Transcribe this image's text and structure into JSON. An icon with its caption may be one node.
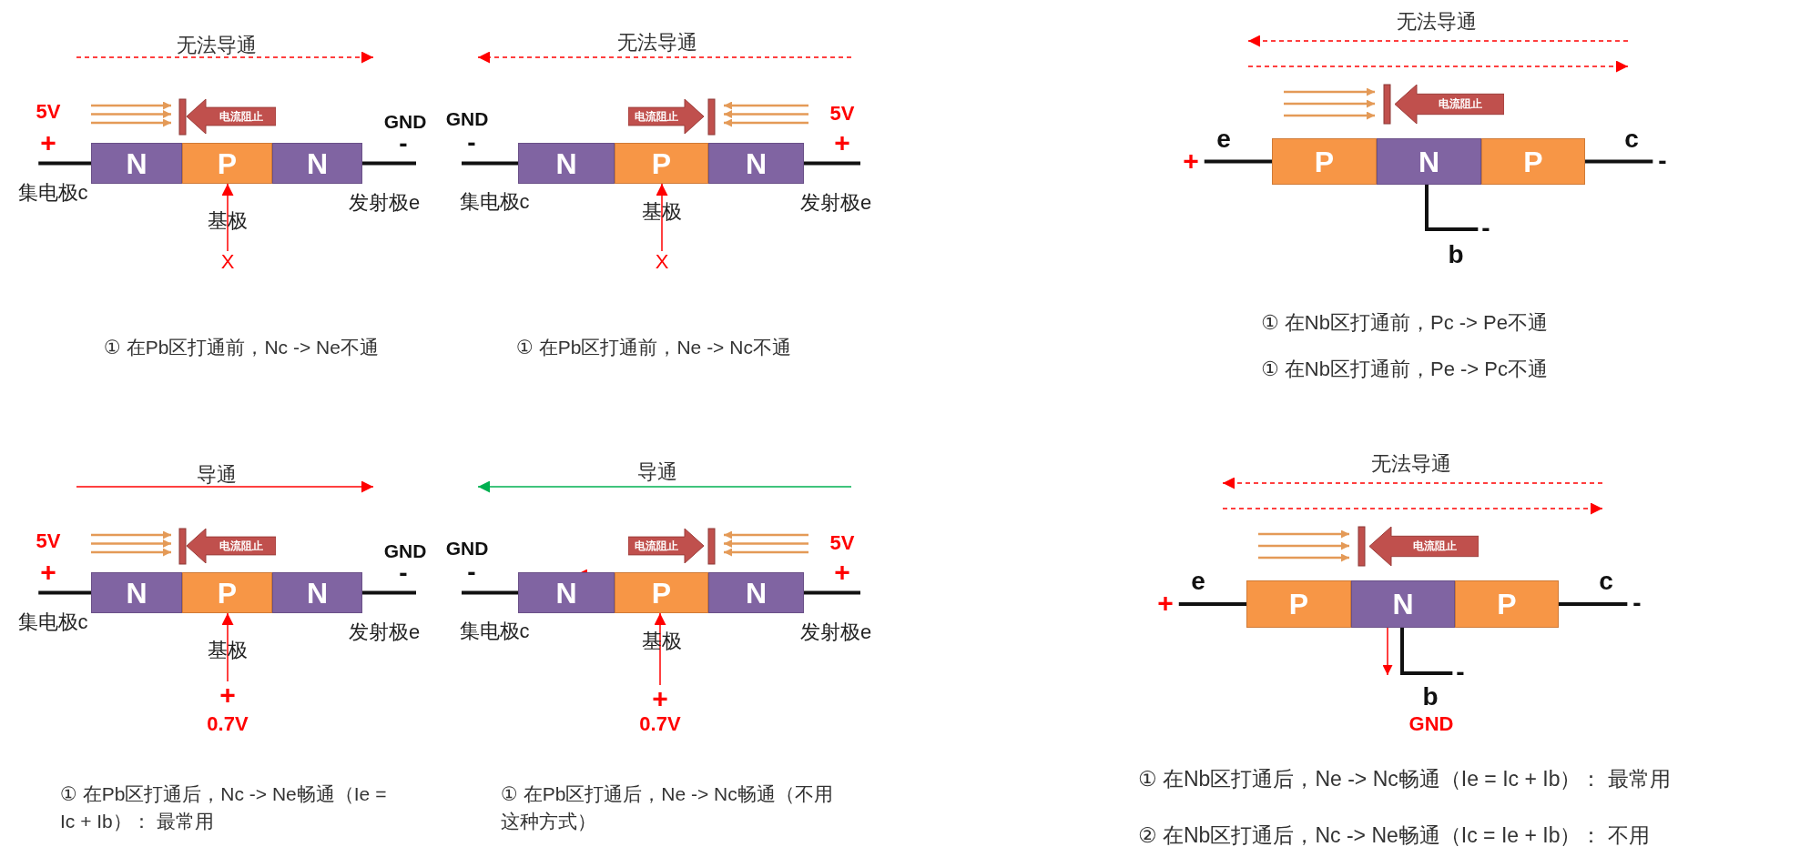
{
  "diagram": {
    "nodes": [
      {
        "text": [
          "电流阻止"
        ]
      },
      {
        "text": [
          "N"
        ],
        "beside": [
          "集电极c"
        ]
      },
      {
        "text": [
          "P"
        ],
        "beside": [
          "基极"
        ]
      },
      {
        "text": [
          "N"
        ],
        "beside": [
          "发射极e"
        ]
      },
      {
        "text": [
          "X"
        ]
      },
      {
        "text": [
          "电流阻止"
        ]
      },
      {
        "text": [
          "N"
        ],
        "beside": [
          "集电极c"
        ]
      },
      {
        "text": [
          "P"
        ],
        "beside": [
          "基极"
        ]
      },
      {
        "text": [
          "N"
        ],
        "beside": [
          "发射极e"
        ]
      },
      {
        "text": [
          "X"
        ]
      },
      {
        "text": [
          "电流阻止"
        ]
      },
      {
        "text": [
          "P"
        ]
      },
      {
        "text": [
          "N"
        ]
      },
      {
        "text": [
          "P"
        ]
      },
      {
        "text": [
          "电流阻止"
        ]
      },
      {
        "text": [
          "N"
        ],
        "beside": [
          "集电极c"
        ]
      },
      {
        "text": [
          "P"
        ],
        "beside": [
          "基极"
        ]
      },
      {
        "text": [
          "N"
        ],
        "beside": [
          "发射极e"
        ]
      },
      {
        "text": [
          "+",
          "0.7V"
        ]
      },
      {
        "text": [
          "电流阻止"
        ]
      },
      {
        "text": [
          "N"
        ],
        "beside": [
          "集电极c"
        ]
      },
      {
        "text": [
          "P"
        ],
        "beside": [
          "基极"
        ]
      },
      {
        "text": [
          "N"
        ],
        "beside": [
          "发射极e"
        ]
      },
      {
        "text": [
          "+",
          "0.7V"
        ]
      },
      {
        "text": [
          "电流阻止"
        ]
      },
      {
        "text": [
          "P"
        ]
      },
      {
        "text": [
          "N"
        ]
      },
      {
        "text": [
          "P"
        ]
      },
      {
        "text": [
          "-"
        ]
      },
      {
        "text": [
          "-"
        ]
      },
      {
        "text": [
          "+"
        ]
      },
      {
        "text": [
          "+"
        ]
      },
      {
        "text": [
          "-"
        ]
      },
      {
        "text": [
          "+"
        ]
      },
      {
        "text": [
          "+"
        ]
      },
      {
        "text": [
          "-"
        ]
      }
    ],
    "edges": [
      {
        "from": 4,
        "to": 2,
        "arrow": "to",
        "color": "#ff0000"
      },
      {
        "from": 9,
        "to": 7,
        "arrow": "to",
        "color": "#ff0000"
      },
      {
        "from": 18,
        "to": 16,
        "arrow": "to",
        "color": "#ff0000"
      },
      {
        "from": 23,
        "to": 21,
        "arrow": "to",
        "color": "#ff0000"
      },
      {
        "from": 30,
        "to": 1,
        "arrow": "none"
      },
      {
        "from": 3,
        "to": null,
        "arrow": "none"
      },
      {
        "from": null,
        "to": 6,
        "arrow": "none"
      },
      {
        "from": 8,
        "to": null,
        "arrow": "none"
      },
      {
        "from": 31,
        "to": 11,
        "arrow": "none"
      },
      {
        "from": 13,
        "to": 32,
        "arrow": "none"
      },
      {
        "from": 33,
        "to": 15,
        "arrow": "none"
      },
      {
        "from": 17,
        "to": null,
        "arrow": "none"
      },
      {
        "from": null,
        "to": 20,
        "arrow": "none"
      },
      {
        "from": 22,
        "to": null,
        "arrow": "none"
      },
      {
        "from": 34,
        "to": 25,
        "arrow": "none"
      },
      {
        "from": 27,
        "to": 35,
        "arrow": "none"
      },
      {
        "from": 12,
        "to": 28,
        "arrow": "none"
      },
      {
        "from": 26,
        "to": 29,
        "arrow": "none"
      },
      {
        "from": 22,
        "to": 20,
        "arrow": "to",
        "color": "#ff0000"
      }
    ],
    "labels": [
      "无法导通",
      "5V",
      "GND",
      "-",
      "① 在Pb区打通前，Nc -> Ne不通",
      "无法导通",
      "GND",
      "5V",
      "-",
      "+",
      "① 在Pb区打通前，Ne -> Nc不通",
      "无法导通",
      "e",
      "c",
      "b",
      "① 在Nb区打通前，Pc -> Pe不通",
      "① 在Nb区打通前，Pe -> Pc不通",
      "导通",
      "5V",
      "GND",
      "-",
      "① 在Pb区打通后，Nc -> Ne畅通（Ie = Ic + Ib）： 最常用",
      "导通",
      "GND",
      "5V",
      "-",
      "+",
      "① 在Pb区打通后，Ne -> Nc畅通（不用这种方式）",
      "无法导通",
      "e",
      "c",
      "b",
      "GND",
      "① 在Nb区打通后，Ne -> Nc畅通（Ie = Ic + Ib）： 最常用",
      "② 在Nb区打通后，Nc -> Ne畅通（Ic = Ie + Ib）： 不用"
    ]
  }
}
